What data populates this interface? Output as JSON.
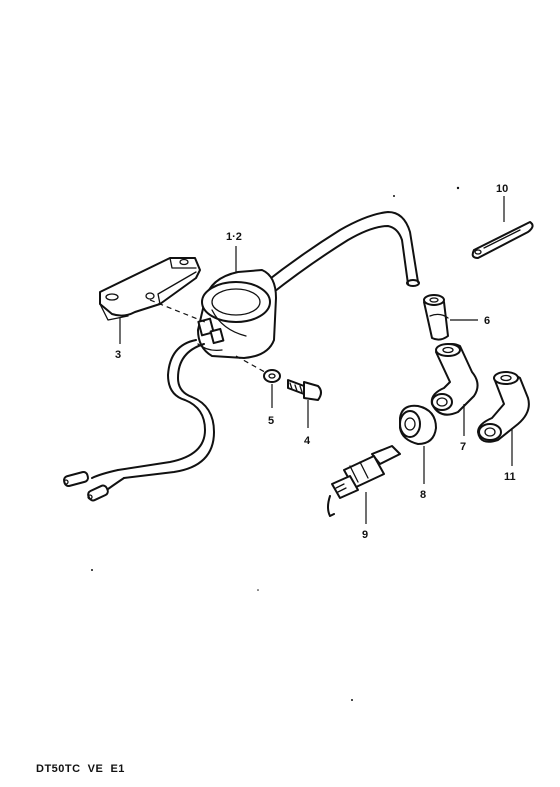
{
  "parts": [
    {
      "id": "ignition-coil",
      "label": "1·2"
    },
    {
      "id": "bracket",
      "label": "3"
    },
    {
      "id": "washer",
      "label": "5"
    },
    {
      "id": "bolt",
      "label": "4"
    },
    {
      "id": "connector",
      "label": "6"
    },
    {
      "id": "spark-plug-cap",
      "label": "7"
    },
    {
      "id": "grommet",
      "label": "8"
    },
    {
      "id": "spark-plug",
      "label": "9"
    },
    {
      "id": "band",
      "label": "10"
    },
    {
      "id": "spark-plug-cap-alt",
      "label": "11"
    }
  ],
  "footer": {
    "code": "DT50TC  VE  E1"
  }
}
